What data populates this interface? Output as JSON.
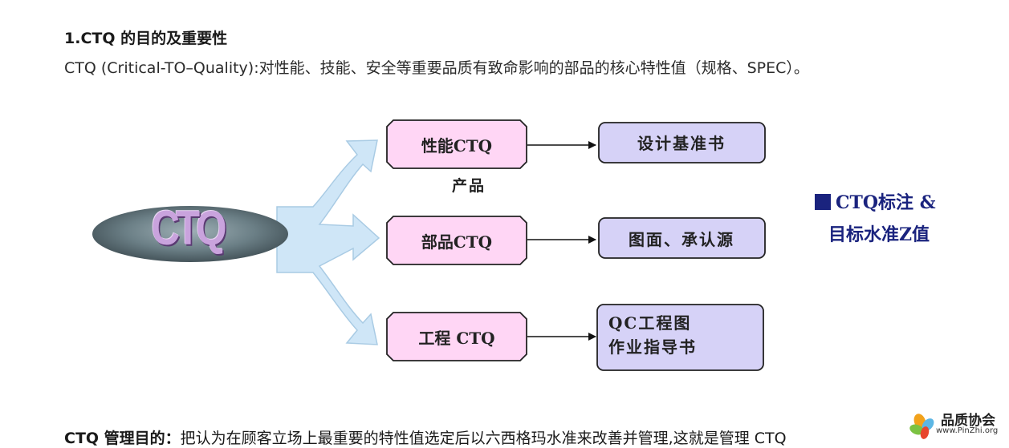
{
  "heading": "1.CTQ 的目的及重要性",
  "definition": "CTQ (Critical-TO–Quality):对性能、技能、安全等重要品质有致命影响的部品的核心特性值（规格、SPEC）。",
  "diagram": {
    "center_label": "CTQ",
    "product_label": "产品",
    "ctq_boxes": [
      {
        "label": "性能CTQ"
      },
      {
        "label": "部品CTQ"
      },
      {
        "label": "工程 CTQ"
      }
    ],
    "doc_boxes": [
      {
        "label": "设计基准书"
      },
      {
        "label": "图面、承认源"
      },
      {
        "line1": "QC工程图",
        "line2": "作业指导书"
      }
    ],
    "side_note": {
      "line1": "CTQ标注 &",
      "line2": "目标水准Z值"
    },
    "colors": {
      "ctq_box_fill": "#ffd6f5",
      "doc_box_fill": "#d6d2f7",
      "arrow_fill": "#cfe6f7",
      "ellipse_fill": "#6b7f86",
      "side_note": "#1a237e"
    }
  },
  "purpose": {
    "label": "CTQ 管理目的：",
    "text": "把认为在顾客立场上最重要的特性值选定后以六西格玛水准来改善并管理,这就是管理 CTQ"
  },
  "logo": {
    "name": "品质协会",
    "url": "www.PinZhi.org"
  }
}
